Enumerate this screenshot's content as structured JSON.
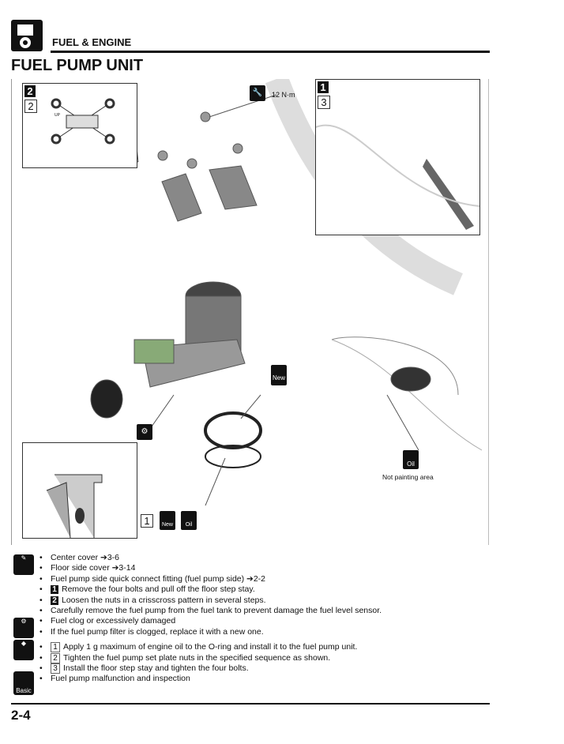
{
  "header": {
    "section": "FUEL & ENGINE",
    "title": "FUEL PUMP UNIT"
  },
  "diagram": {
    "torque": "12 N·m",
    "inset_left_top": {
      "step_black": "2",
      "step_box": "2",
      "up_label": "UP"
    },
    "inset_right_top": {
      "step_black": "1",
      "step_box": "3"
    },
    "new_label": "New",
    "oil_label": "Oil",
    "not_painting": "Not painting area",
    "oring_step": "1"
  },
  "notes": {
    "removal": [
      {
        "text": "Center cover ➔3-6"
      },
      {
        "text": "Floor side cover ➔3-14"
      },
      {
        "text": "Fuel pump side quick connect fitting (fuel pump side) ➔2-2"
      },
      {
        "num": "1",
        "text": "Remove the four bolts and pull off the floor step stay."
      },
      {
        "num": "2",
        "text": "Loosen the nuts in a crisscross pattern in several steps."
      },
      {
        "text": "Carefully remove the fuel pump from the fuel tank to prevent damage the fuel level sensor."
      }
    ],
    "inspection": [
      {
        "text": "Fuel clog or excessively damaged"
      },
      {
        "text": "If the fuel pump filter is clogged, replace it with a new one."
      }
    ],
    "installation": [
      {
        "num": "1",
        "text": "Apply 1 g maximum of engine oil to the O-ring and install it to the fuel pump unit."
      },
      {
        "num": "2",
        "text": "Tighten the fuel pump set plate nuts in the specified sequence as shown."
      },
      {
        "num": "3",
        "text": "Install the floor step stay and tighten the four bolts."
      }
    ],
    "basic": [
      {
        "text": "Fuel pump malfunction and inspection"
      }
    ],
    "basic_label": "Basic"
  },
  "footer": {
    "page": "2-4"
  }
}
